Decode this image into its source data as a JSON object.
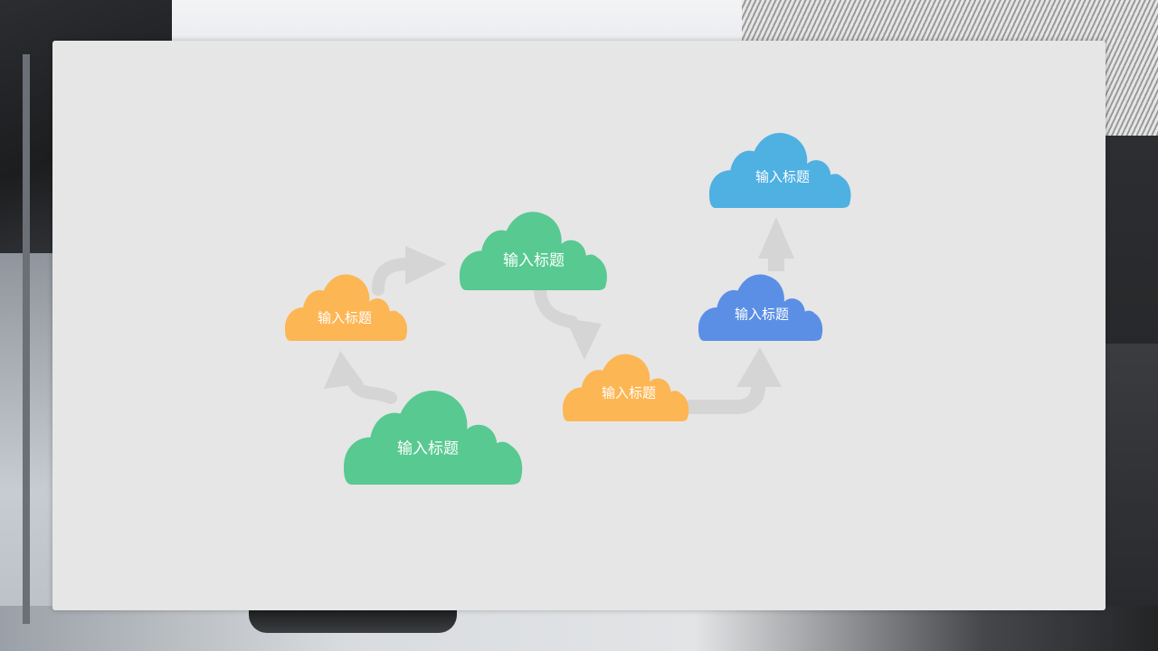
{
  "diagram": {
    "clouds": [
      {
        "id": "cloud-orange-left",
        "label": "输入标题",
        "color": "#FDB654"
      },
      {
        "id": "cloud-green-bottom",
        "label": "输入标题",
        "color": "#57C991"
      },
      {
        "id": "cloud-green-top",
        "label": "输入标题",
        "color": "#57C991"
      },
      {
        "id": "cloud-orange-right",
        "label": "输入标题",
        "color": "#FDB654"
      },
      {
        "id": "cloud-blue-mid",
        "label": "输入标题",
        "color": "#5B8FE6"
      },
      {
        "id": "cloud-sky-top",
        "label": "输入标题",
        "color": "#4FB0E2"
      }
    ],
    "arrow_color": "#d5d5d5"
  }
}
